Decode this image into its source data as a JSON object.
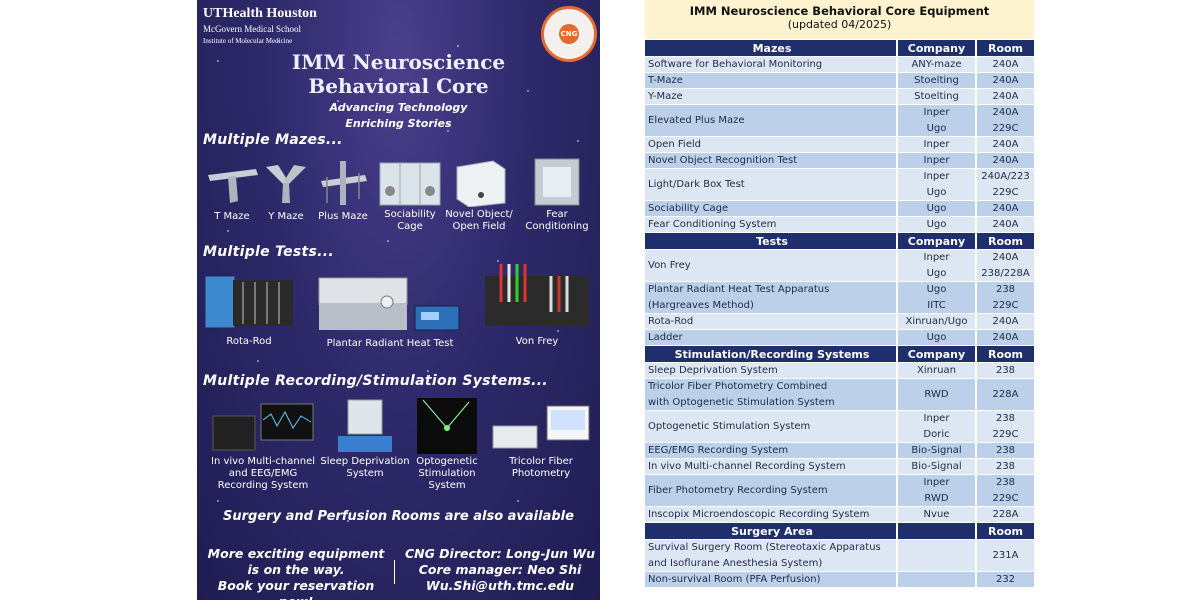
{
  "poster": {
    "institution": [
      "UTHealth Houston",
      "McGovern Medical School",
      "Institute of Molecular Medicine"
    ],
    "seal_text": "CNG",
    "title": [
      "IMM Neuroscience",
      "Behavioral Core"
    ],
    "tagline": [
      "Advancing Technology",
      "Enriching Stories"
    ],
    "sections": {
      "mazes": "Multiple Mazes...",
      "tests": "Multiple Tests...",
      "recording": "Multiple Recording/Stimulation Systems..."
    },
    "maze_items": [
      {
        "label": [
          "T Maze"
        ]
      },
      {
        "label": [
          "Y Maze"
        ]
      },
      {
        "label": [
          "Plus Maze"
        ]
      },
      {
        "label": [
          "Sociability",
          "Cage"
        ]
      },
      {
        "label": [
          "Novel Object/",
          "Open Field"
        ]
      },
      {
        "label": [
          "Fear",
          "Conditioning"
        ]
      }
    ],
    "test_items": [
      {
        "label": [
          "Rota-Rod"
        ]
      },
      {
        "label": [
          "Plantar Radiant Heat Test"
        ]
      },
      {
        "label": [
          "Von Frey"
        ]
      }
    ],
    "recording_items": [
      {
        "label": [
          "In vivo Multi-channel",
          "and EEG/EMG",
          "Recording System"
        ]
      },
      {
        "label": [
          "Sleep Deprivation",
          "System"
        ]
      },
      {
        "label": [
          "Optogenetic",
          "Stimulation",
          "System"
        ]
      },
      {
        "label": [
          "Tricolor Fiber",
          "Photometry"
        ]
      }
    ],
    "surgery": "Surgery and Perfusion Rooms are also available",
    "footer_left": [
      "More exciting equipment",
      "is on the way.",
      "Book your reservation now!"
    ],
    "footer_right": [
      "CNG Director: Long-Jun Wu",
      "Core manager: Neo Shi",
      "Wu.Shi@uth.tmc.edu"
    ]
  },
  "table": {
    "title": "IMM Neuroscience Behavioral Core Equipment",
    "updated": "(updated 04/2025)",
    "sections": [
      {
        "headers": [
          "Mazes",
          "Company",
          "Room"
        ],
        "rows": [
          {
            "item": "Software for Behavioral Monitoring",
            "company": [
              "ANY-maze"
            ],
            "room": [
              "240A"
            ]
          },
          {
            "item": "T-Maze",
            "company": [
              "Stoelting"
            ],
            "room": [
              "240A"
            ]
          },
          {
            "item": "Y-Maze",
            "company": [
              "Stoelting"
            ],
            "room": [
              "240A"
            ]
          },
          {
            "item": "Elevated Plus Maze",
            "company": [
              "Inper",
              "Ugo"
            ],
            "room": [
              "240A",
              "229C"
            ]
          },
          {
            "item": "Open Field",
            "company": [
              "Inper"
            ],
            "room": [
              "240A"
            ]
          },
          {
            "item": "Novel Object Recognition Test",
            "company": [
              "Inper"
            ],
            "room": [
              "240A"
            ]
          },
          {
            "item": "Light/Dark Box Test",
            "company": [
              "Inper",
              "Ugo"
            ],
            "room": [
              "240A/223",
              "229C"
            ]
          },
          {
            "item": "Sociability Cage",
            "company": [
              "Ugo"
            ],
            "room": [
              "240A"
            ]
          },
          {
            "item": "Fear Conditioning System",
            "company": [
              "Ugo"
            ],
            "room": [
              "240A"
            ]
          }
        ]
      },
      {
        "headers": [
          "Tests",
          "Company",
          "Room"
        ],
        "rows": [
          {
            "item": "Von Frey",
            "company": [
              "Inper",
              "Ugo"
            ],
            "room": [
              "240A",
              "238/228A"
            ]
          },
          {
            "item": "Plantar Radiant Heat Test Apparatus",
            "item2": "(Hargreaves Method)",
            "company": [
              "Ugo",
              "IITC"
            ],
            "room": [
              "238",
              "229C"
            ]
          },
          {
            "item": "Rota-Rod",
            "company": [
              "Xinruan/Ugo"
            ],
            "room": [
              "240A"
            ]
          },
          {
            "item": "Ladder",
            "company": [
              "Ugo"
            ],
            "room": [
              "240A"
            ]
          }
        ]
      },
      {
        "headers": [
          "Stimulation/Recording Systems",
          "Company",
          "Room"
        ],
        "rows": [
          {
            "item": "Sleep Deprivation System",
            "company": [
              "Xinruan"
            ],
            "room": [
              "238"
            ]
          },
          {
            "item": "Tricolor Fiber Photometry Combined",
            "item2": "with Optogenetic Stimulation System",
            "company": [
              "RWD"
            ],
            "room": [
              "228A"
            ]
          },
          {
            "item": "Optogenetic Stimulation System",
            "company": [
              "Inper",
              "Doric"
            ],
            "room": [
              "238",
              "229C"
            ]
          },
          {
            "item": "EEG/EMG Recording System",
            "company": [
              "Bio-Signal"
            ],
            "room": [
              "238"
            ]
          },
          {
            "item": "In vivo Multi-channel Recording System",
            "company": [
              "Bio-Signal"
            ],
            "room": [
              "238"
            ]
          },
          {
            "item": "Fiber Photometry Recording System",
            "company": [
              "Inper",
              "RWD"
            ],
            "room": [
              "238",
              "229C"
            ]
          },
          {
            "item": "Inscopix Microendoscopic Recording System",
            "company": [
              "Nvue"
            ],
            "room": [
              "228A"
            ]
          }
        ]
      },
      {
        "headers": [
          "Surgery Area",
          "",
          "Room"
        ],
        "rows": [
          {
            "item": "Survival Surgery Room (Stereotaxic Apparatus",
            "item2": "and Isoflurane Anesthesia System)",
            "company": [
              ""
            ],
            "room": [
              "231A"
            ]
          },
          {
            "item": "Non-survival Room (PFA Perfusion)",
            "company": [
              ""
            ],
            "room": [
              "232"
            ]
          }
        ]
      }
    ]
  }
}
